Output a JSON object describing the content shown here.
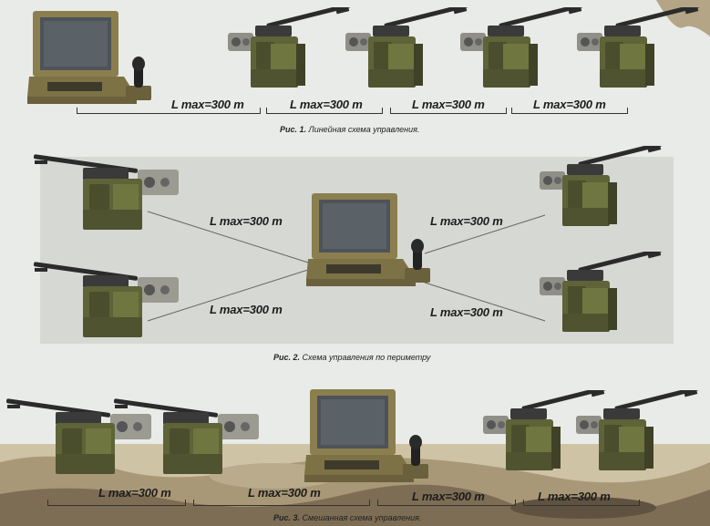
{
  "figures": [
    {
      "caption_num": "Рис. 1.",
      "caption_text": "Линейная схема управления.",
      "links": [
        "L max=300 m",
        "L max=300 m",
        "L max=300 m",
        "L max=300 m"
      ]
    },
    {
      "caption_num": "Рис. 2.",
      "caption_text": "Схема управления по периметру",
      "links": [
        "L max=300 m",
        "L max=300 m",
        "L max=300 m",
        "L max=300 m"
      ]
    },
    {
      "caption_num": "Рис. 3.",
      "caption_text": "Смешанная схема управления.",
      "links": [
        "L max=300 m",
        "L max=300 m",
        "L max=300 m",
        "L max=300 m"
      ]
    }
  ],
  "colors": {
    "turret_body": "#5e6338",
    "turret_dark": "#3f4226",
    "gun": "#2b2b2b",
    "console_case": "#8b7f4f",
    "screen": "#4d5358",
    "panel": "#d6d8d4",
    "camo_light": "#cfc3a6",
    "camo_mid": "#a99877",
    "camo_dark": "#7d6d54"
  },
  "icons": [
    "control-console-icon",
    "weapon-turret-icon"
  ]
}
